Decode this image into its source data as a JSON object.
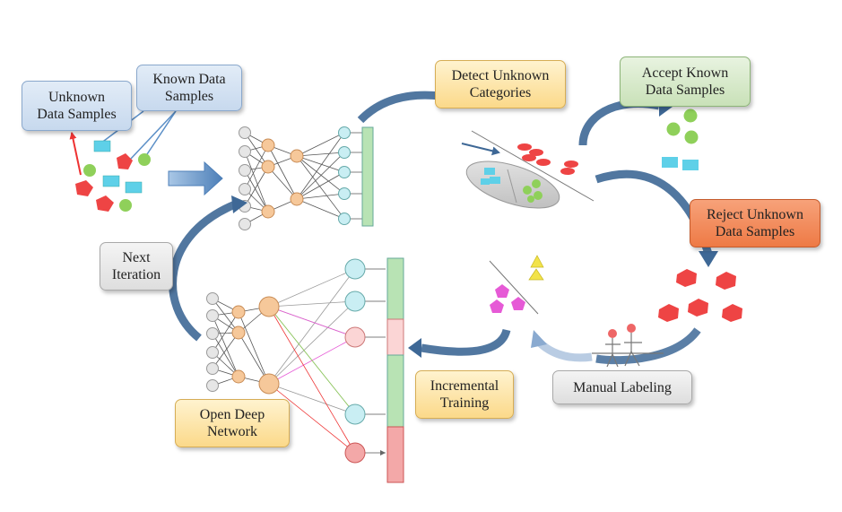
{
  "labels": {
    "unknown_samples": "Unknown\nData Samples",
    "known_samples": "Known Data\nSamples",
    "detect_unknown": "Detect Unknown\nCategories",
    "accept_known": "Accept Known\nData Samples",
    "reject_unknown": "Reject Unknown\nData Samples",
    "next_iteration": "Next\nIteration",
    "open_deep_network": "Open Deep\nNetwork",
    "incremental_training": "Incremental\nTraining",
    "manual_labeling": "Manual Labeling"
  },
  "colors": {
    "cycle_arrow": "#3e6896",
    "neuron_input": "#e6e6e6",
    "neuron_hidden": "#f6c89a",
    "neuron_output": "#c9eef3",
    "output_bar": "#b8e3b4",
    "output_bar_unknown": "#f3b0b0",
    "unknown_shape": "#ee4444",
    "known_circle": "#8fd05a",
    "known_rect": "#5ed0e8",
    "new_class_pentagon": "#e65ad6",
    "new_class_triangle": "#f2e34a"
  }
}
